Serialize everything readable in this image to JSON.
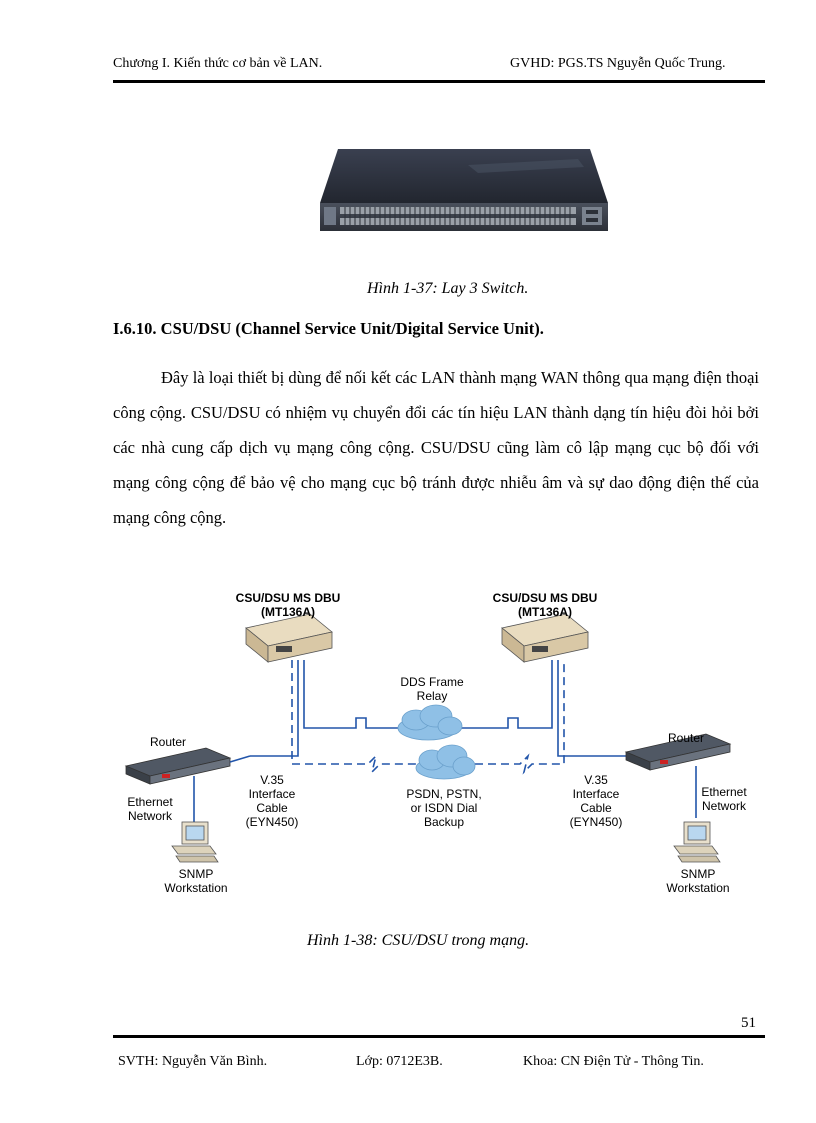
{
  "header": {
    "chapter": "Chương I. Kiến thức cơ bản về LAN.",
    "supervisor": "GVHD: PGS.TS Nguyễn Quốc Trung."
  },
  "figure1": {
    "caption": "Hình 1-37: Lay 3 Switch."
  },
  "section": {
    "heading": "I.6.10. CSU/DSU (Channel Service Unit/Digital Service Unit).",
    "paragraph": "Đây là loại thiết bị dùng để nối kết các LAN thành mạng WAN thông qua mạng điện thoại công cộng. CSU/DSU có nhiệm vụ chuyển đổi các tín hiệu LAN thành dạng tín hiệu đòi hỏi bởi các nhà cung cấp dịch vụ mạng công cộng. CSU/DSU cũng làm cô lập mạng cục bộ đối với mạng công cộng để bảo vệ cho mạng cục bộ tránh được nhiễu âm và sự dao động điện thế của mạng công cộng."
  },
  "diagram": {
    "csu_left_line1": "CSU/DSU MS DBU",
    "csu_left_line2": "(MT136A)",
    "csu_right_line1": "CSU/DSU MS DBU",
    "csu_right_line2": "(MT136A)",
    "cloud_top_line1": "DDS Frame",
    "cloud_top_line2": "Relay",
    "cloud_bottom_line1": "PSDN, PSTN,",
    "cloud_bottom_line2": "or ISDN Dial",
    "cloud_bottom_line3": "Backup",
    "router_left": "Router",
    "router_right": "Router",
    "cable_left_line1": "V.35",
    "cable_left_line2": "Interface",
    "cable_left_line3": "Cable",
    "cable_left_line4": "(EYN450)",
    "cable_right_line1": "V.35",
    "cable_right_line2": "Interface",
    "cable_right_line3": "Cable",
    "cable_right_line4": "(EYN450)",
    "ethernet_left_line1": "Ethernet",
    "ethernet_left_line2": "Network",
    "ethernet_right_line1": "Ethernet",
    "ethernet_right_line2": "Network",
    "snmp_left_line1": "SNMP",
    "snmp_left_line2": "Workstation",
    "snmp_right_line1": "SNMP",
    "snmp_right_line2": "Workstation"
  },
  "figure2": {
    "caption": "Hình 1-38: CSU/DSU trong mạng."
  },
  "page_number": "51",
  "footer": {
    "student": "SVTH: Nguyễn Văn Bình.",
    "class": "Lớp: 0712E3B.",
    "faculty": "Khoa: CN Điện Tử - Thông Tin."
  },
  "colors": {
    "line_blue": "#2255aa",
    "cloud_blue": "#8fc0e6"
  }
}
